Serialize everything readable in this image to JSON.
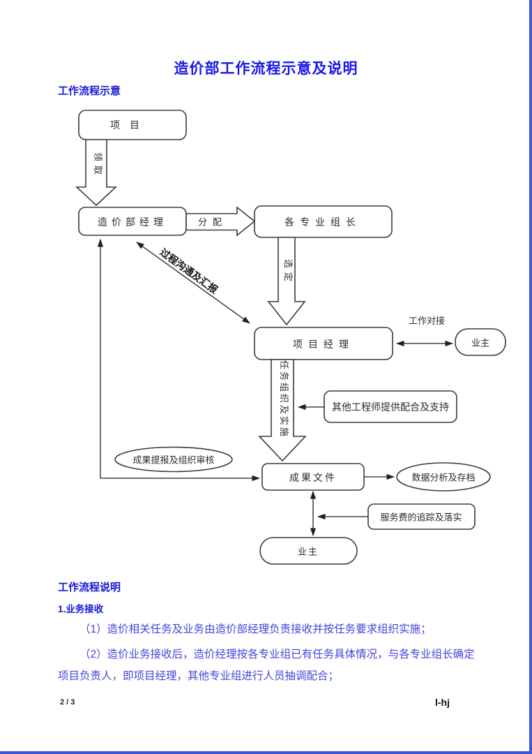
{
  "page": {
    "title": "造价部工作流程示意及说明",
    "footer": {
      "page_number": "2 / 3",
      "doc_code": "l-hj"
    },
    "title_color": "#1717e8",
    "heading_color": "#1518d2",
    "body_text_color": "#4444da",
    "edge_border_color": "#3a57d8"
  },
  "flow_section": {
    "heading": "工作流程示意"
  },
  "flowchart": {
    "nodes": {
      "project": "项目",
      "cost_dept_manager": "造价部经理",
      "team_leaders": "各专业组长",
      "project_manager": "项目经理",
      "owner_right": "业主",
      "other_engineers": "其他工程师提供配合及支持",
      "result_report_review": "成果提报及组织审核",
      "result_files": "成果文件",
      "data_analysis_archive": "数据分析及存档",
      "service_fee_tracking": "服务费的追踪及落实",
      "owner_bottom": "业主"
    },
    "edges": {
      "receive": "领取",
      "assign": "分配",
      "select": "选定",
      "work_connection": "工作对接",
      "task_org_implement": "任务组织及实施",
      "process_communication": "过程沟通及汇报"
    }
  },
  "description_section": {
    "heading": "工作流程说明",
    "subheading": "1.业务接收",
    "paragraphs": [
      "（1）造价相关任务及业务由造价部经理负责接收并按任务要求组织实施；",
      "（2）造价业务接收后，造价经理按各专业组已有任务具体情况，与各专业组长确定项目负责人，即项目经理，其他专业组进行人员抽调配合；"
    ]
  }
}
